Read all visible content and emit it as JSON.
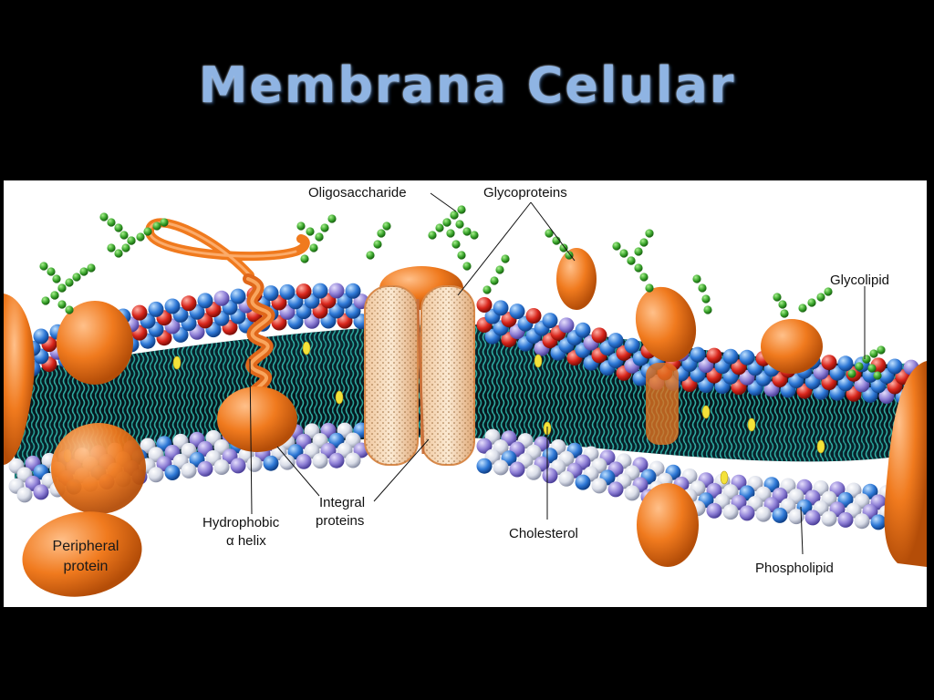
{
  "slide": {
    "title": "Membrana Celular"
  },
  "labels": {
    "oligosaccharide": "Oligosaccharide",
    "glycoproteins": "Glycoproteins",
    "glycolipid": "Glycolipid",
    "hydrophobic_line1": "Hydrophobic",
    "hydrophobic_line2": "α helix",
    "integral_line1": "Integral",
    "integral_line2": "proteins",
    "cholesterol": "Cholesterol",
    "phospholipid": "Phospholipid",
    "peripheral_line1": "Peripheral",
    "peripheral_line2": "protein"
  },
  "colors": {
    "title": "#8fb4e3",
    "background": "#000000",
    "figure_bg": "#ffffff",
    "protein": "#f07a1e",
    "head_blue": "#2e78d6",
    "head_red": "#d8261c",
    "head_purple": "#8e7fd6",
    "head_white": "#dfe3ec",
    "tail": "#2bb3a7",
    "sugar": "#3aa52c",
    "cholesterol": "#f4e23a"
  }
}
